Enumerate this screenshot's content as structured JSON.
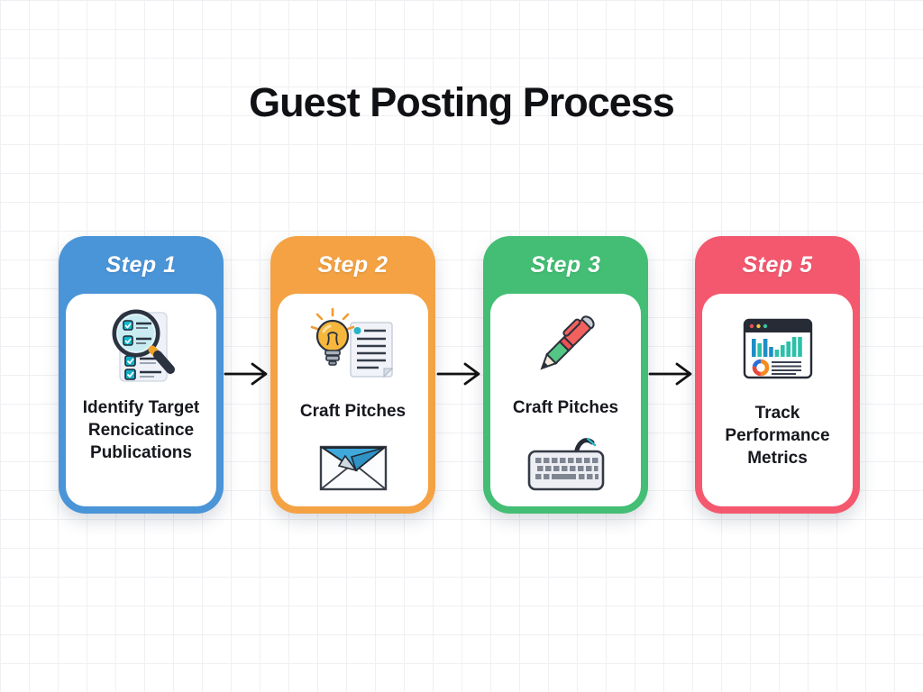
{
  "title": "Guest Posting Process",
  "steps": [
    {
      "header": "Step 1",
      "color": "#4a94d8",
      "label": "Identify Target Rencicatince Publications",
      "icons": [
        "magnifier-checklist-icon"
      ]
    },
    {
      "header": "Step 2",
      "color": "#f4a243",
      "label": "Craft Pitches",
      "icons": [
        "lightbulb-document-icon",
        "envelope-paper-plane-icon"
      ]
    },
    {
      "header": "Step 3",
      "color": "#43be74",
      "label": "Craft Pitches",
      "icons": [
        "pen-icon",
        "keyboard-icon"
      ]
    },
    {
      "header": "Step 5",
      "color": "#f4586e",
      "label": "Track Performance Metrics",
      "icons": [
        "analytics-dashboard-icon"
      ]
    }
  ],
  "arrow_color": "#121212"
}
